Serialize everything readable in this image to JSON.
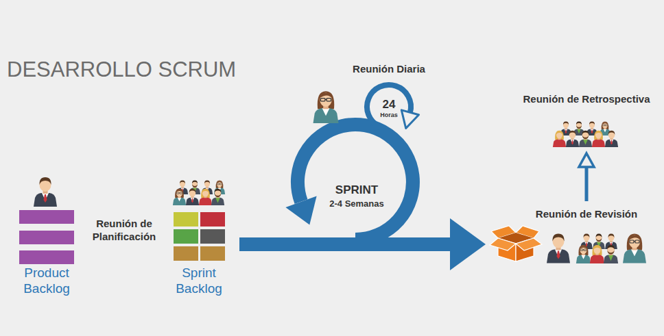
{
  "diagram": {
    "title": "DESARROLLO SCRUM",
    "nodes": [
      {
        "text": [
          "Product Backlog"
        ]
      },
      {
        "text": [
          "Sprint Backlog"
        ]
      },
      {
        "text": [
          "Reunión Diaria",
          "24",
          "Horas"
        ]
      },
      {
        "text": [
          "SPRINT",
          "2-4 Semanas"
        ]
      },
      {
        "text": [
          "Reunión de Revisión"
        ]
      },
      {
        "text": [
          "Reunión de Retrospectiva"
        ]
      }
    ],
    "edges": [
      {
        "from": 1,
        "to": 4,
        "arrow": "to"
      },
      {
        "from": 4,
        "to": 5,
        "arrow": "to"
      }
    ],
    "labels": [
      "Reunión de Planificación"
    ]
  }
}
